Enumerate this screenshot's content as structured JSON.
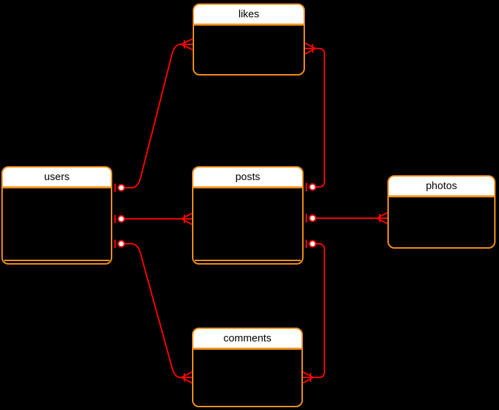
{
  "diagram": {
    "type": "entity-relationship",
    "background": "#000000"
  },
  "colors": {
    "entity-border": "#F7941D",
    "entity-header-bg": "#FFFFFF",
    "entity-title": "#000000",
    "edge": "#FF0000",
    "dot-fill": "#FFFFFF"
  },
  "entities": [
    {
      "name": "users"
    },
    {
      "name": "likes"
    },
    {
      "name": "posts"
    },
    {
      "name": "photos"
    },
    {
      "name": "comments"
    }
  ],
  "connections": [
    {
      "from": "users",
      "to": "likes",
      "from_cardinality": "zero-or-one",
      "to_cardinality": "one-or-many"
    },
    {
      "from": "users",
      "to": "posts",
      "from_cardinality": "zero-or-one",
      "to_cardinality": "one-or-many"
    },
    {
      "from": "users",
      "to": "comments",
      "from_cardinality": "zero-or-one",
      "to_cardinality": "one-or-many"
    },
    {
      "from": "posts",
      "to": "likes",
      "from_cardinality": "zero-or-one",
      "to_cardinality": "one-or-many"
    },
    {
      "from": "posts",
      "to": "photos",
      "from_cardinality": "zero-or-one",
      "to_cardinality": "one-or-many"
    },
    {
      "from": "posts",
      "to": "comments",
      "from_cardinality": "zero-or-one",
      "to_cardinality": "one-or-many"
    }
  ]
}
